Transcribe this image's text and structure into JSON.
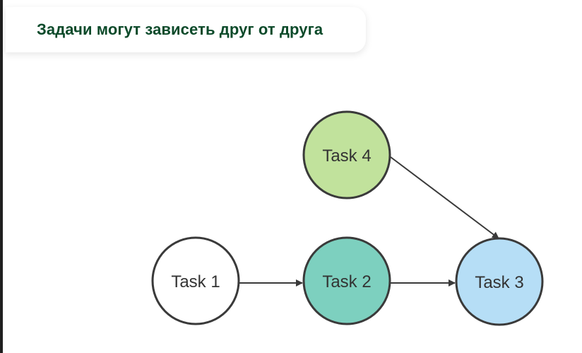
{
  "slide": {
    "title": "Задачи могут зависеть друг от друга"
  },
  "diagram": {
    "nodes": [
      {
        "id": "task-1",
        "label": "Task 1",
        "fill": "#ffffff"
      },
      {
        "id": "task-2",
        "label": "Task 2",
        "fill": "#7dd0bf"
      },
      {
        "id": "task-3",
        "label": "Task 3",
        "fill": "#b6def6"
      },
      {
        "id": "task-4",
        "label": "Task 4",
        "fill": "#c1e29c"
      }
    ],
    "edges": [
      {
        "from": "task-1",
        "to": "task-2"
      },
      {
        "from": "task-2",
        "to": "task-3"
      },
      {
        "from": "task-4",
        "to": "task-3"
      }
    ],
    "stroke_color": "#3a3a3a"
  }
}
